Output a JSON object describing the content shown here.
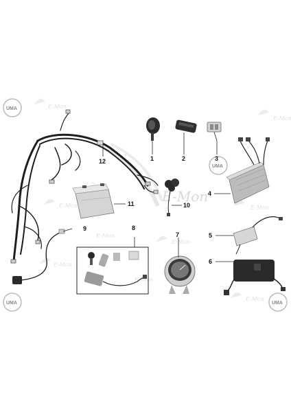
{
  "watermark": {
    "brand": "E-Mon",
    "logo_text": "UMA"
  },
  "callouts": [
    {
      "id": "1",
      "label": "1"
    },
    {
      "id": "2",
      "label": "2"
    },
    {
      "id": "3",
      "label": "3"
    },
    {
      "id": "4",
      "label": "4"
    },
    {
      "id": "5",
      "label": "5"
    },
    {
      "id": "6",
      "label": "6"
    },
    {
      "id": "7",
      "label": "7"
    },
    {
      "id": "8",
      "label": "8"
    },
    {
      "id": "9",
      "label": "9"
    },
    {
      "id": "10",
      "label": "10"
    },
    {
      "id": "11",
      "label": "11"
    },
    {
      "id": "12",
      "label": "12"
    }
  ],
  "colors": {
    "line": "#222222",
    "part_dark": "#2b2b2b",
    "part_mid": "#8a8a8a",
    "part_light": "#cfcfcf",
    "watermark": "#dddddd"
  }
}
